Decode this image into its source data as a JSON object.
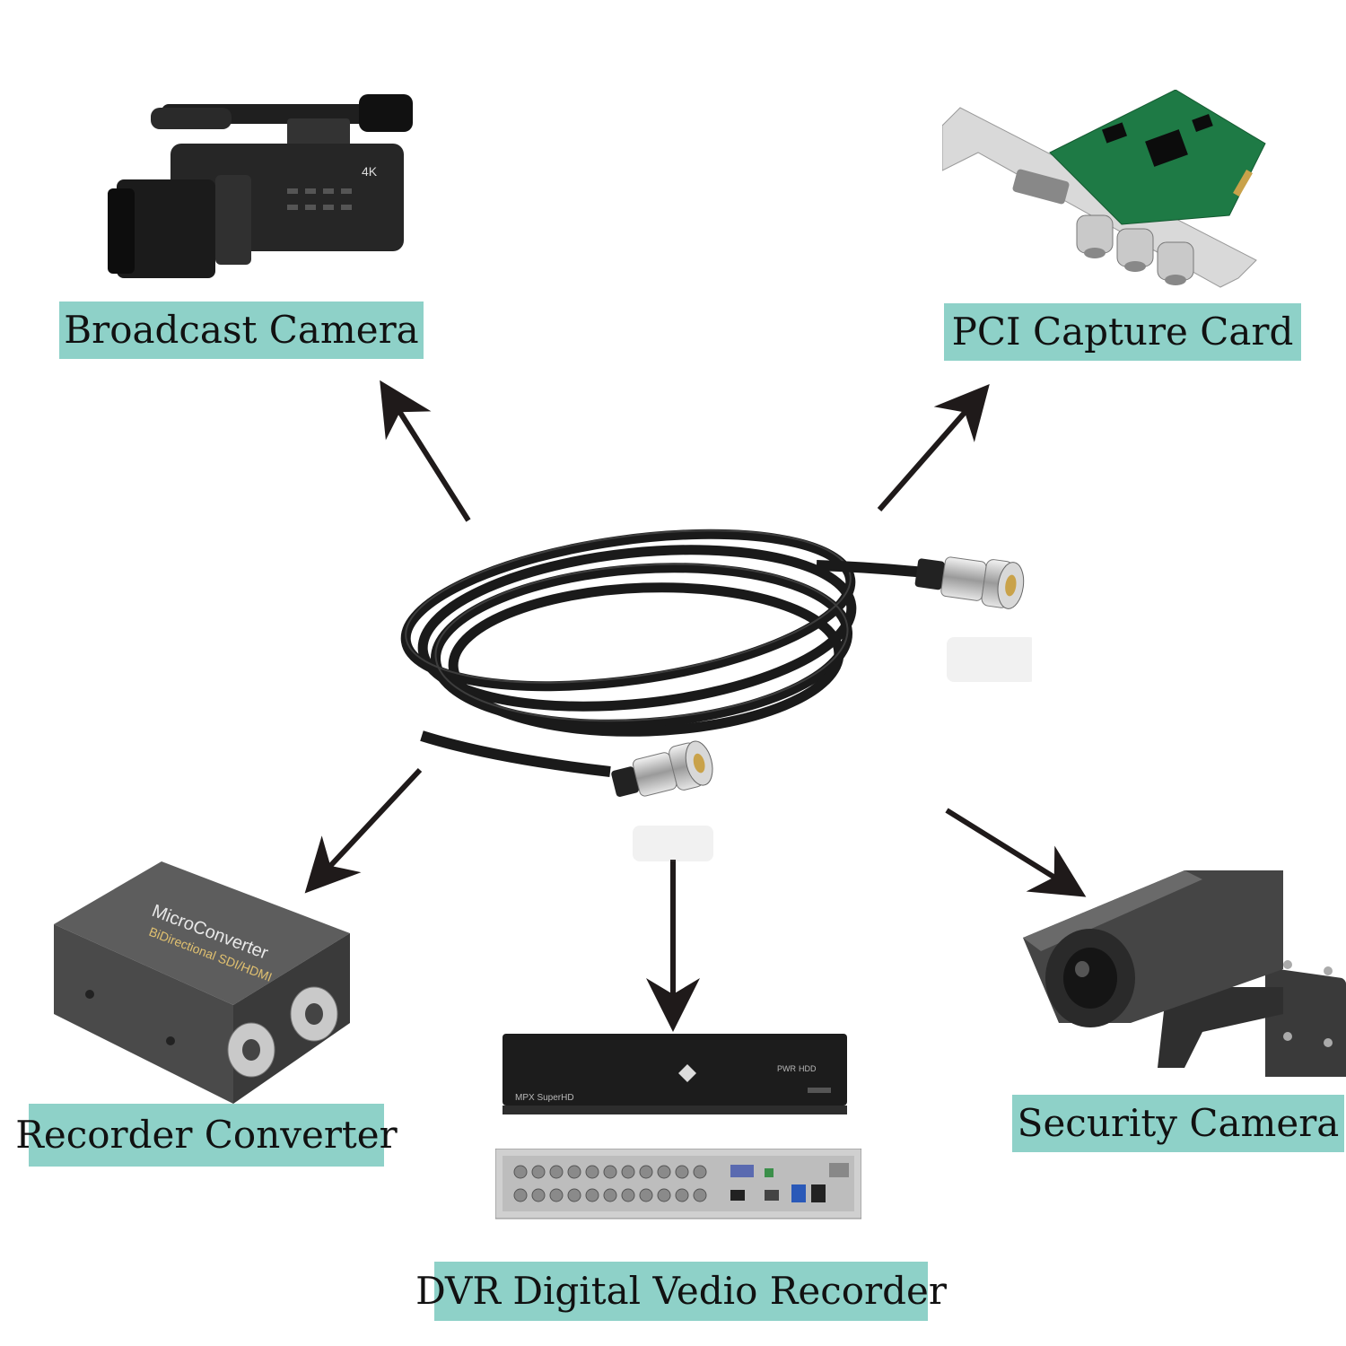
{
  "colors": {
    "label_bg": "#8ed1c8",
    "label_text": "#111111",
    "arrow": "#1f1a1a",
    "cable": "#1a1a1a",
    "metal": "#c9c9c9",
    "device_dark": "#2c2c2c",
    "pcb_green": "#1e7a45"
  },
  "labels": {
    "broadcast_camera": "Broadcast Camera",
    "pci_capture_card": "PCI Capture Card",
    "recorder_converter": "Recorder Converter",
    "security_camera": "Security Camera",
    "dvr": "DVR Digital Vedio Recorder"
  },
  "devices": {
    "camcorder_badge": "4K",
    "converter_title": "MicroConverter",
    "converter_subtitle": "BiDirectional SDI/HDMI",
    "dvr_front_text": "MPX SuperHD",
    "dvr_status_pwr": "PWR",
    "dvr_status_hdd": "HDD"
  }
}
